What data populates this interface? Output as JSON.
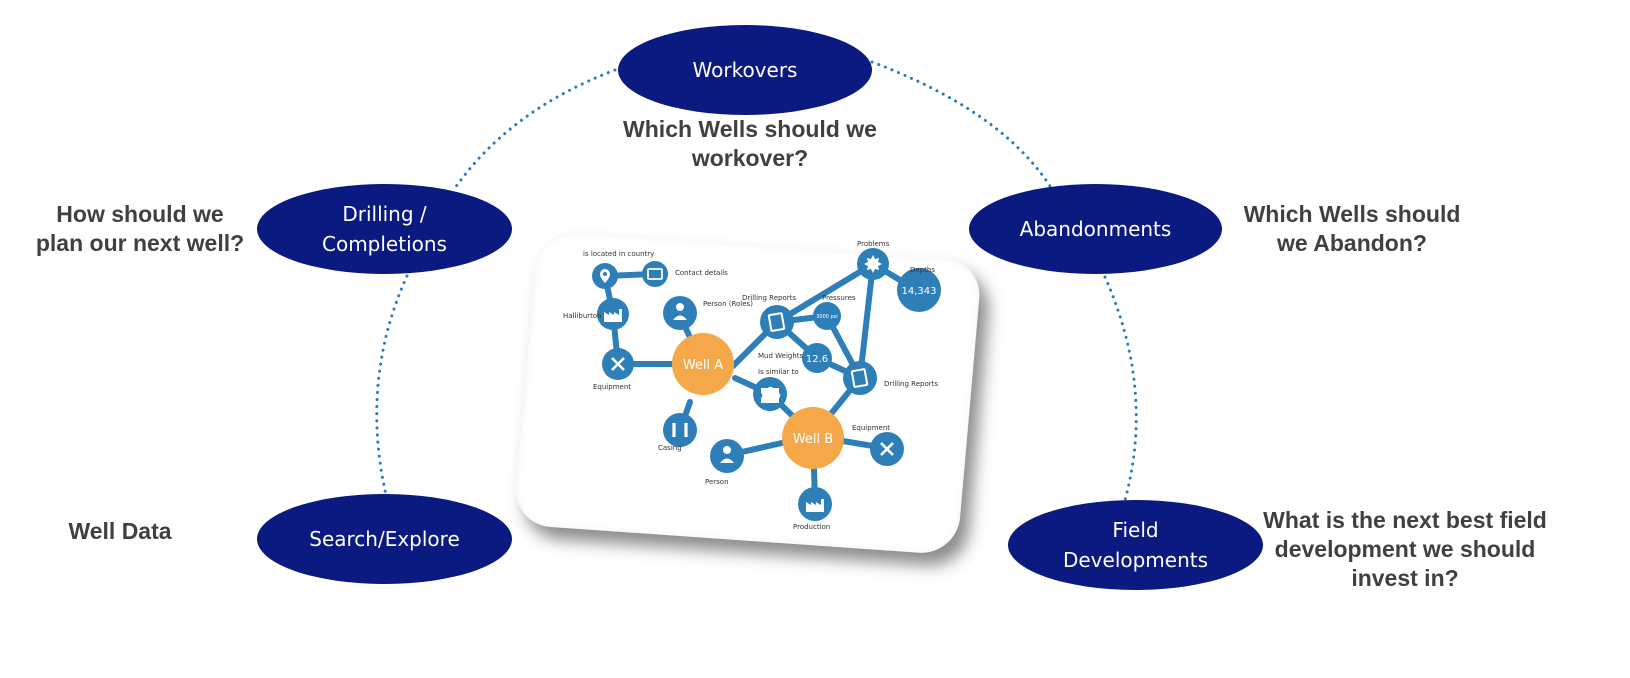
{
  "nodes": {
    "workovers": "Workovers",
    "drilling_line1": "Drilling /",
    "drilling_line2": "Completions",
    "abandonments": "Abandonments",
    "search": "Search/Explore",
    "field_line1": "Field",
    "field_line2": "Developments"
  },
  "questions": {
    "workovers_line1": "Which Wells should we",
    "workovers_line2": "workover?",
    "drilling_line1": "How should we",
    "drilling_line2": "plan our next well?",
    "abandon_line1": "Which Wells should",
    "abandon_line2": "we Abandon?",
    "search": "Well Data",
    "field_line1": "What is the next best field",
    "field_line2": "development we should",
    "field_line3": "invest in?"
  },
  "graph": {
    "well_a": "Well A",
    "well_b": "Well B",
    "located": "is located in country",
    "contact": "Contact details",
    "person_roles": "Person (Roles)",
    "halliburton": "Halliburton",
    "equipment_a": "Equipment",
    "casing": "Casing",
    "drilling_reports_top": "Drilling Reports",
    "pressures": "Pressures",
    "pressure_value": "3000 psi",
    "problems": "Problems",
    "depths": "Depths",
    "depth_value": "14,343",
    "mud_weights": "Mud Weights",
    "mud_value": "12.6",
    "similar": "Is similar to",
    "drilling_reports_b": "Drilling Reports",
    "equipment_b": "Equipment",
    "person": "Person",
    "production": "Production"
  },
  "colors": {
    "ellipse_fill": "#0b1a80",
    "arc_dots": "#2a7bbf",
    "graph_blue": "#2e7fb8",
    "well_orange": "#f5a84a",
    "question_text": "#404040"
  }
}
